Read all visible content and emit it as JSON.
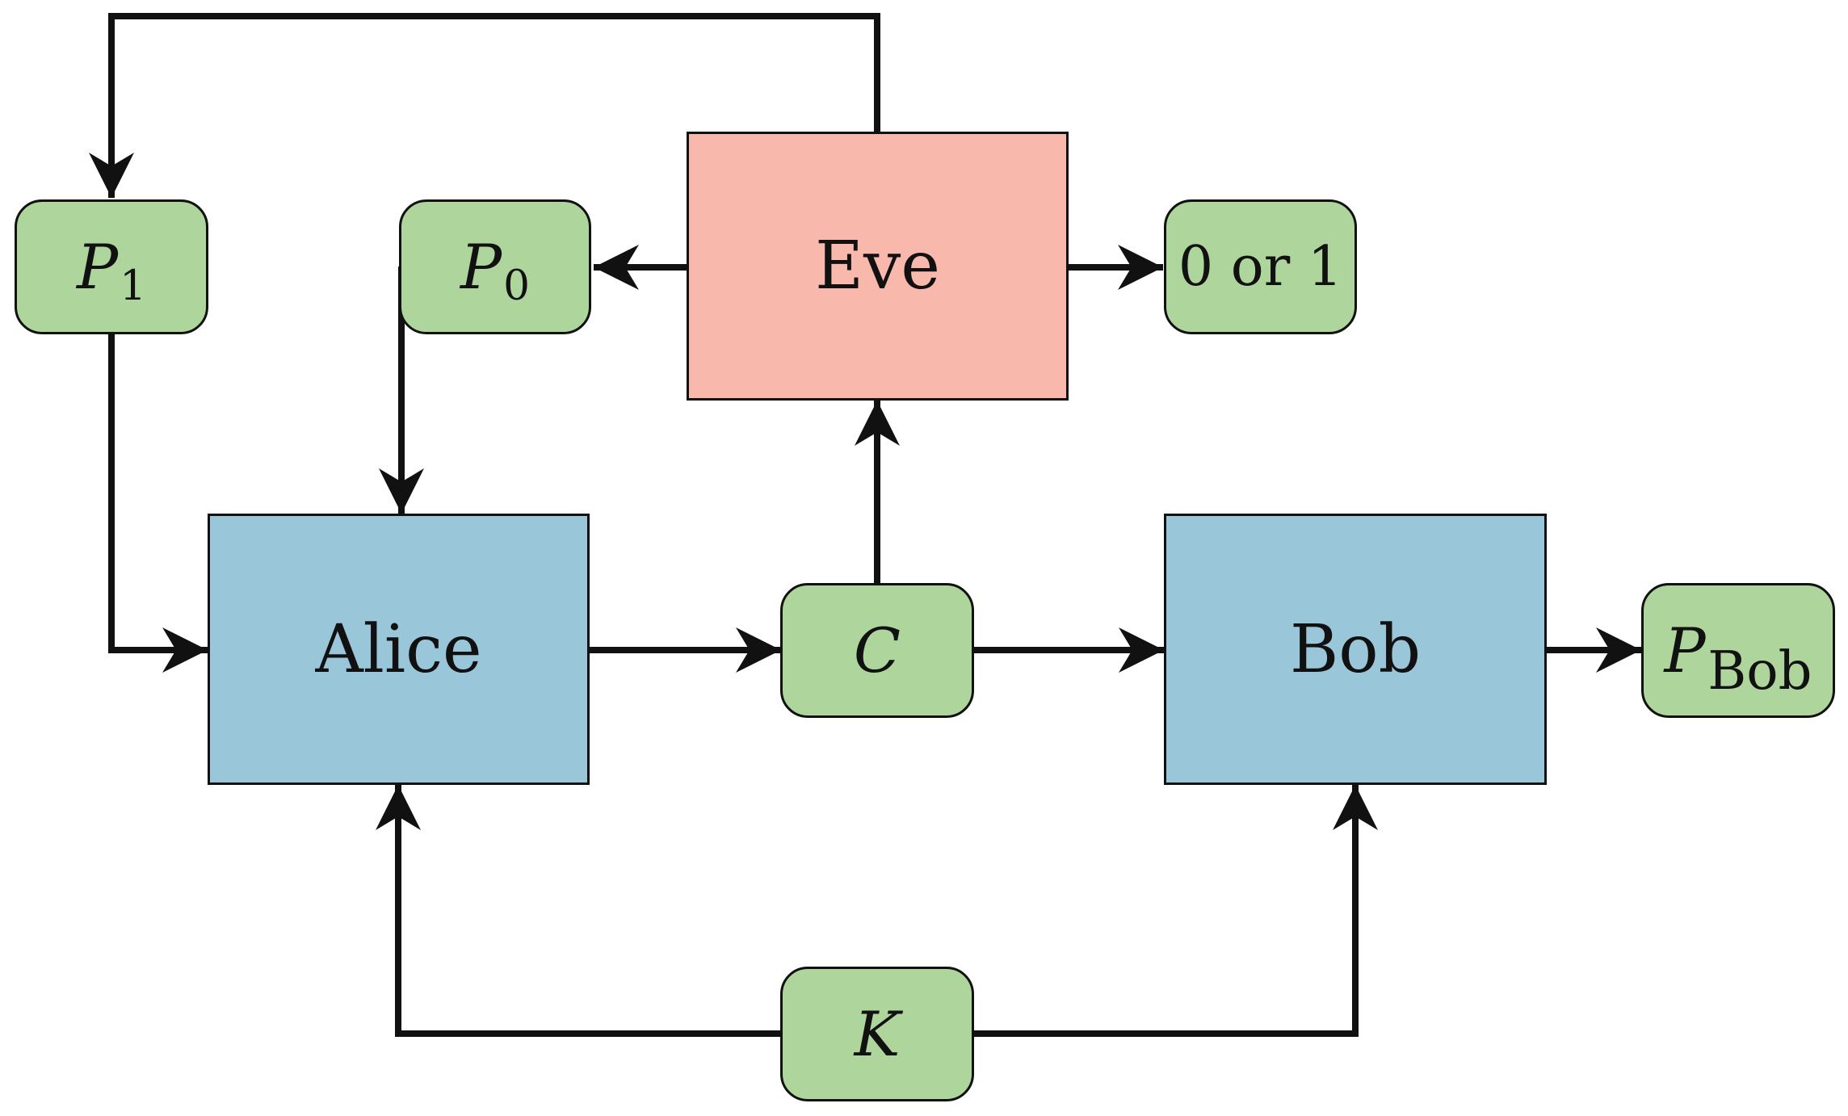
{
  "nodes": {
    "eve": "Eve",
    "alice": "Alice",
    "bob": "Bob",
    "p1": {
      "symbol": "P",
      "sub": "1"
    },
    "p0": {
      "symbol": "P",
      "sub": "0"
    },
    "guess": "0 or 1",
    "c": "C",
    "pbob": {
      "symbol": "P",
      "sub": "Bob"
    },
    "k": "K"
  },
  "colors": {
    "process_blue": "#9ac6da",
    "process_red": "#f9b8ac",
    "data_green": "#aed59b",
    "stroke": "#111111"
  },
  "edges": [
    {
      "from": "eve",
      "to": "p1"
    },
    {
      "from": "eve",
      "to": "p0"
    },
    {
      "from": "eve",
      "to": "0 or 1"
    },
    {
      "from": "p1",
      "to": "alice"
    },
    {
      "from": "p0",
      "to": "alice"
    },
    {
      "from": "alice",
      "to": "c"
    },
    {
      "from": "c",
      "to": "bob"
    },
    {
      "from": "c",
      "to": "eve"
    },
    {
      "from": "bob",
      "to": "pbob"
    },
    {
      "from": "k",
      "to": "alice"
    },
    {
      "from": "k",
      "to": "bob"
    }
  ]
}
